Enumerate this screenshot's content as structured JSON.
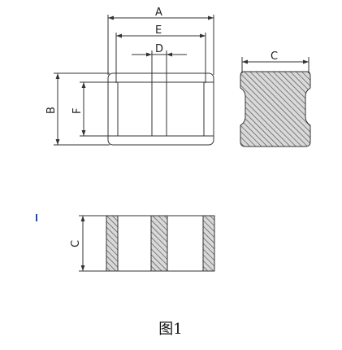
{
  "labels": {
    "A": "A",
    "E": "E",
    "D": "D",
    "C_top": "C",
    "B": "B",
    "F": "F",
    "C_side": "C"
  },
  "caption": "图1",
  "colors": {
    "line": "#333333",
    "hatch": "#555555",
    "body_fill": "#ffffff",
    "background": "#ffffff"
  }
}
